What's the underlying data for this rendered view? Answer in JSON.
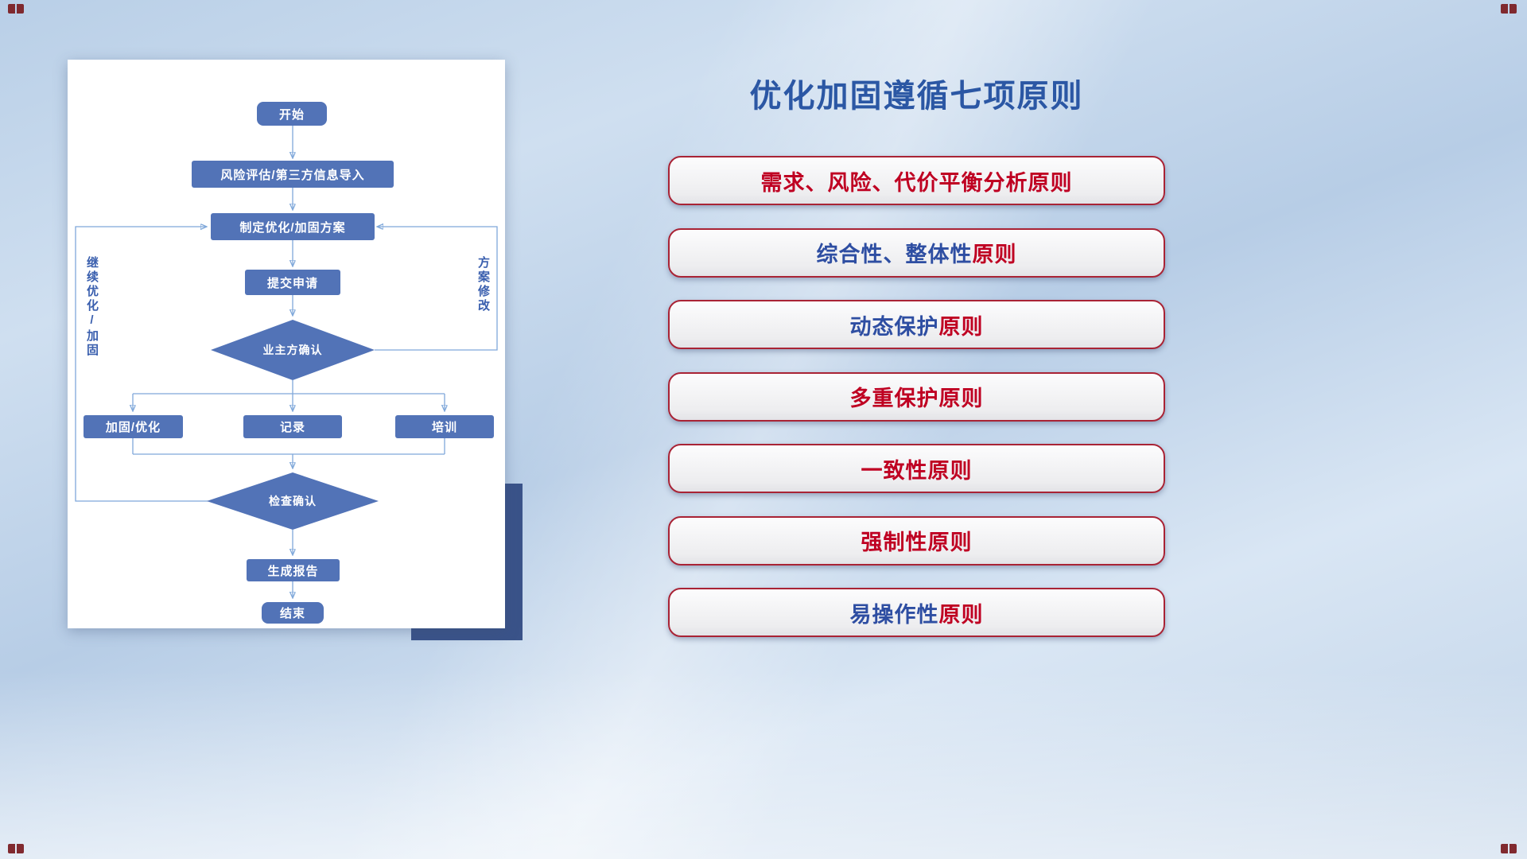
{
  "slide": {
    "title": "优化加固遵循七项原则"
  },
  "colors": {
    "title_blue": "#2b57a4",
    "principle_blue": "#2e4ea2",
    "principle_red": "#bf0022",
    "box_border_red": "#a92335",
    "node_blue": "#5273b7",
    "connector_blue": "#7fa8da",
    "panel_shadow_navy": "#3a5389",
    "corner_mark_red": "#7c2025"
  },
  "flowchart": {
    "nodes": {
      "start": "开始",
      "risk": "风险评估/第三方信息导入",
      "plan": "制定优化/加固方案",
      "submit": "提交申请",
      "owner_confirm": "业主方确认",
      "reinforce": "加固/优化",
      "record": "记录",
      "training": "培训",
      "check_confirm": "检查确认",
      "report": "生成报告",
      "end": "结束"
    },
    "edge_labels": {
      "left_loop": "继续优化/加固",
      "right_loop": "方案修改"
    },
    "edges": [
      {
        "from": "start",
        "to": "risk"
      },
      {
        "from": "risk",
        "to": "plan"
      },
      {
        "from": "plan",
        "to": "submit"
      },
      {
        "from": "submit",
        "to": "owner_confirm"
      },
      {
        "from": "owner_confirm",
        "to": "reinforce"
      },
      {
        "from": "owner_confirm",
        "to": "record"
      },
      {
        "from": "owner_confirm",
        "to": "training"
      },
      {
        "from": "owner_confirm",
        "to": "plan",
        "label": "方案修改"
      },
      {
        "from": "reinforce",
        "to": "check_confirm"
      },
      {
        "from": "record",
        "to": "check_confirm"
      },
      {
        "from": "training",
        "to": "check_confirm"
      },
      {
        "from": "check_confirm",
        "to": "plan",
        "label": "继续优化/加固"
      },
      {
        "from": "check_confirm",
        "to": "report"
      },
      {
        "from": "report",
        "to": "end"
      }
    ]
  },
  "principles": {
    "items": [
      {
        "segments": [
          {
            "text": "需求、风险、代价平衡分析",
            "color": "red"
          },
          {
            "text": "原则",
            "color": "red"
          }
        ]
      },
      {
        "segments": [
          {
            "text": "综合性、整体性",
            "color": "blue"
          },
          {
            "text": "原则",
            "color": "red"
          }
        ]
      },
      {
        "segments": [
          {
            "text": "动态保护",
            "color": "blue"
          },
          {
            "text": "原则",
            "color": "red"
          }
        ]
      },
      {
        "segments": [
          {
            "text": "多重保护原则",
            "color": "red"
          }
        ]
      },
      {
        "segments": [
          {
            "text": "一致性原则",
            "color": "red"
          }
        ]
      },
      {
        "segments": [
          {
            "text": "强制性原则",
            "color": "red"
          }
        ]
      },
      {
        "segments": [
          {
            "text": "易操作性",
            "color": "blue"
          },
          {
            "text": "原则",
            "color": "red"
          }
        ]
      }
    ]
  }
}
